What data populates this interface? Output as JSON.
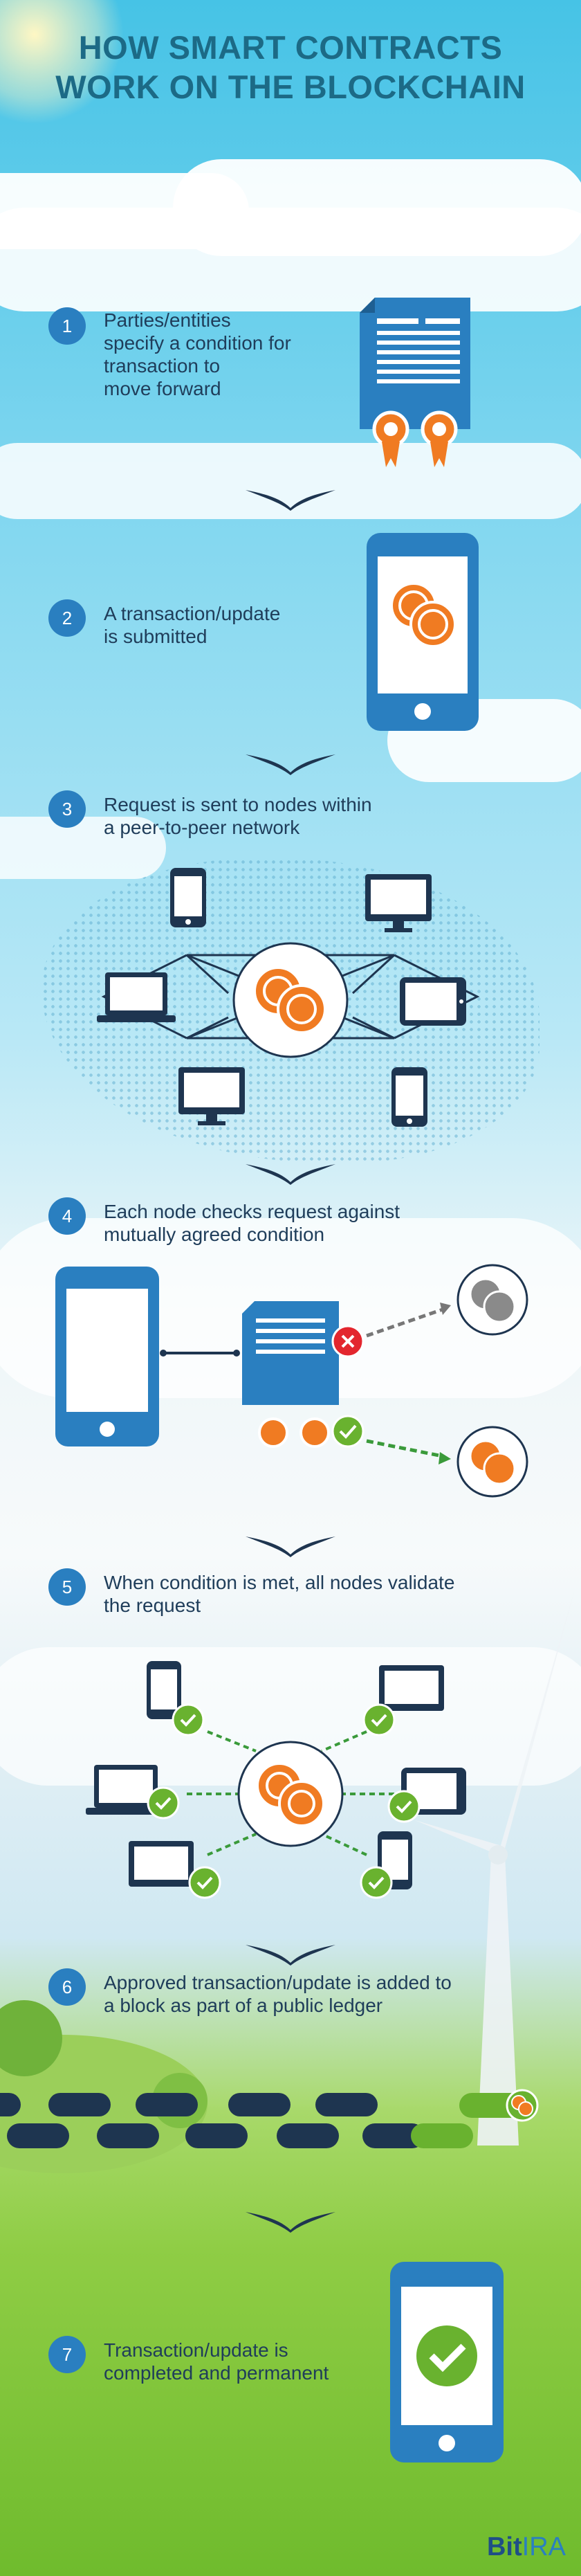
{
  "title": {
    "line1": "HOW SMART CONTRACTS",
    "line2": "WORK ON THE BLOCKCHAIN"
  },
  "steps": [
    {
      "num": "1",
      "line1": "Parties/entities",
      "line2": "specify a condition for",
      "line3": "transaction to",
      "line4": "move forward"
    },
    {
      "num": "2",
      "line1": "A transaction/update",
      "line2": "is submitted"
    },
    {
      "num": "3",
      "line1": "Request is sent to nodes within",
      "line2": "a peer-to-peer network"
    },
    {
      "num": "4",
      "line1": "Each node checks request against",
      "line2": "mutually agreed condition"
    },
    {
      "num": "5",
      "line1": "When condition is met, all nodes validate",
      "line2": "the request"
    },
    {
      "num": "6",
      "line1": "Approved transaction/update is added to",
      "line2": "a block as part of a public ledger"
    },
    {
      "num": "7",
      "line1": "Transaction/update is",
      "line2": "completed and permanent"
    }
  ],
  "logo": {
    "bit": "Bit",
    "ira": "IRA"
  },
  "colors": {
    "primary_blue": "#2a7fc0",
    "orange": "#f07b22",
    "green": "#69b22f",
    "red": "#e3262e",
    "title": "#1c6a86"
  }
}
